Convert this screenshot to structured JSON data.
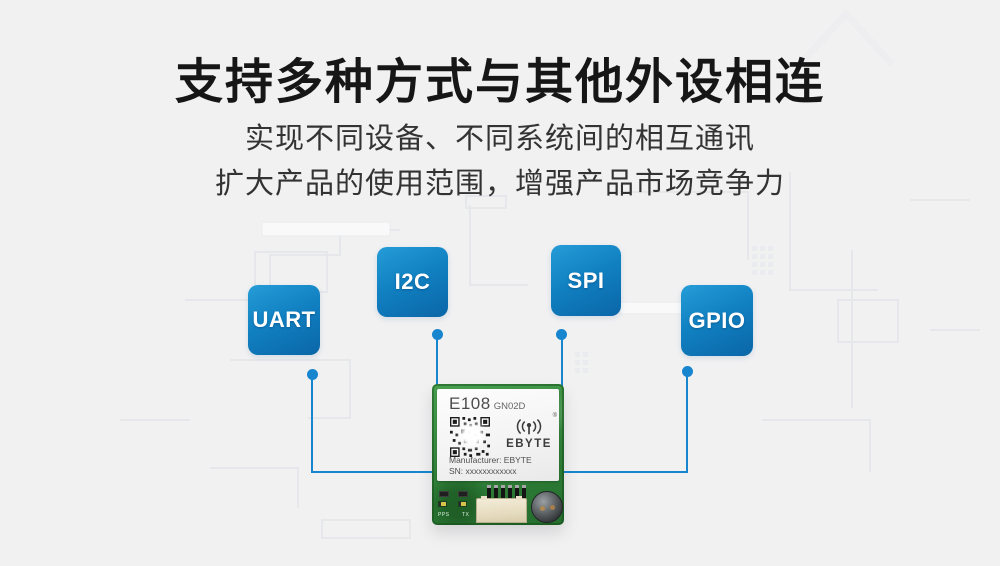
{
  "page": {
    "title": "支持多种方式与其他外设相连",
    "subtitle_line1": "实现不同设备、不同系统间的相互通讯",
    "subtitle_line2": "扩大产品的使用范围，增强产品市场竞争力"
  },
  "interfaces": [
    {
      "id": "uart",
      "label": "UART"
    },
    {
      "id": "i2c",
      "label": "I2C"
    },
    {
      "id": "spi",
      "label": "SPI"
    },
    {
      "id": "gpio",
      "label": "GPIO"
    }
  ],
  "module": {
    "model": "E108",
    "variant": "GN02D",
    "brand": "EBYTE",
    "logo_registered": "®",
    "manufacturer_line": "Manufacturer: EBYTE",
    "sn_line": "SN: xxxxxxxxxxxx",
    "pcb_labels": {
      "pps": "PPS",
      "tx": "TX"
    }
  },
  "colors": {
    "background": "#f1f1f2",
    "title_text": "#161616",
    "subtitle_text": "#333333",
    "accent_blue_light": "#259cd7",
    "accent_blue_dark": "#0a66a7",
    "connector_line_blue": "#1886ce",
    "pcb_green": "#2f8038",
    "label_white": "#f7f7f7"
  }
}
